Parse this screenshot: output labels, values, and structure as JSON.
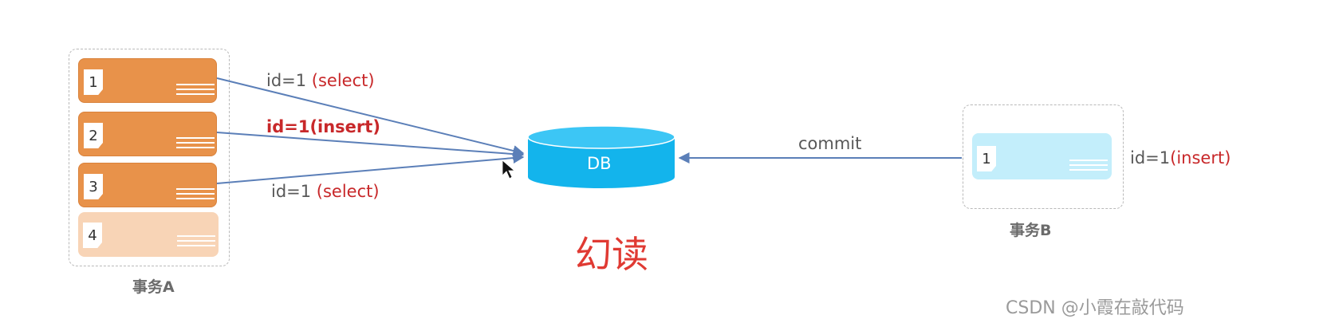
{
  "transaction_a": {
    "label": "事务A",
    "rows": [
      {
        "num": "1",
        "style": "dark"
      },
      {
        "num": "2",
        "style": "dark"
      },
      {
        "num": "3",
        "style": "dark"
      },
      {
        "num": "4",
        "style": "light"
      }
    ]
  },
  "transaction_b": {
    "label": "事务B",
    "row": {
      "num": "1",
      "style": "cyan"
    },
    "side_label": {
      "prefix": "id=1",
      "suffix": "(insert)"
    }
  },
  "db": {
    "label": "DB"
  },
  "edges": {
    "select_1": {
      "prefix": "id=1 ",
      "suffix": "(select)"
    },
    "insert": {
      "text": "id=1(insert)"
    },
    "select_2": {
      "prefix": "id=1 ",
      "suffix": "(select)"
    },
    "commit": {
      "text": "commit"
    }
  },
  "title": "幻读",
  "watermark": "CSDN @小霞在敲代码",
  "colors": {
    "orange": "#e8924a",
    "orange_light": "#f8d4b6",
    "cyan": "#c3eefb",
    "db_blue": "#13b4ec",
    "arrow": "#5b7fb8",
    "red_text": "#c8282a"
  }
}
